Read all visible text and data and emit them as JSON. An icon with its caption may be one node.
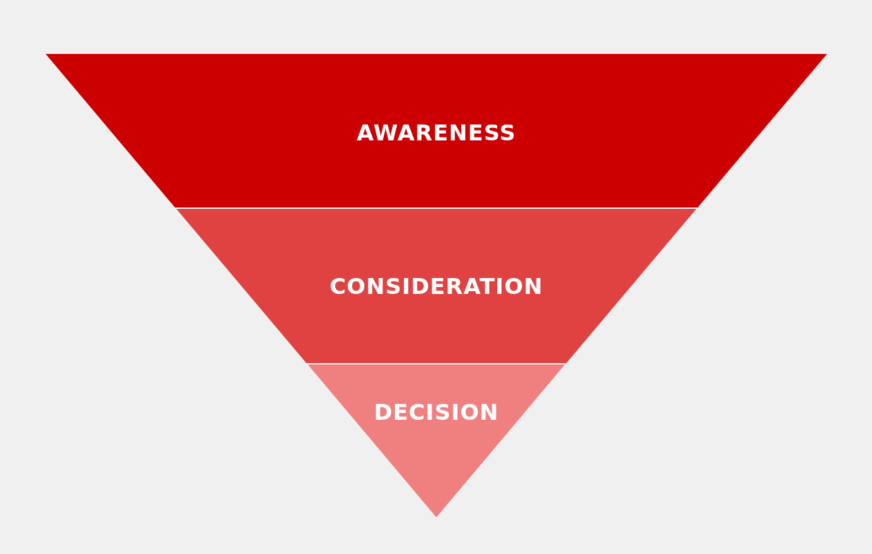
{
  "diagram": {
    "nodes": [
      {
        "text": [
          "AWARENESS"
        ]
      },
      {
        "text": [
          "CONSIDERATION"
        ]
      },
      {
        "text": [
          "DECISION"
        ]
      }
    ]
  }
}
